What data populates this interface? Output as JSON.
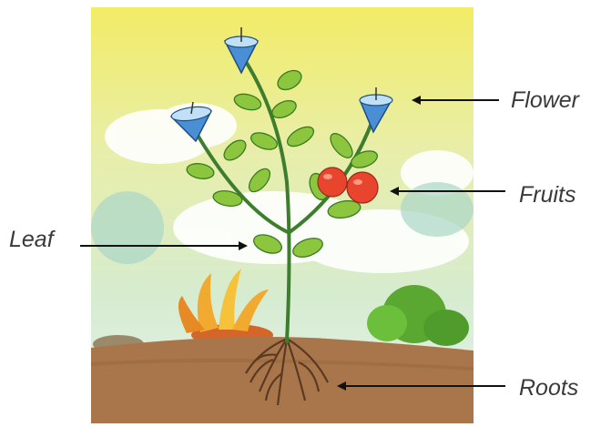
{
  "labels": {
    "flower": "Flower",
    "fruits": "Fruits",
    "leaf": "Leaf",
    "roots": "Roots"
  },
  "colors": {
    "sky_top": "#f2ec66",
    "sky_mid": "#d5ecc8",
    "cloud": "#ffffff",
    "soil": "#a8764a",
    "stem": "#3e7d2d",
    "leaf": "#8cc63f",
    "flower": "#4a8fd6",
    "fruit": "#e8452e",
    "arrow": "#111111",
    "text": "#3a3a3a"
  }
}
